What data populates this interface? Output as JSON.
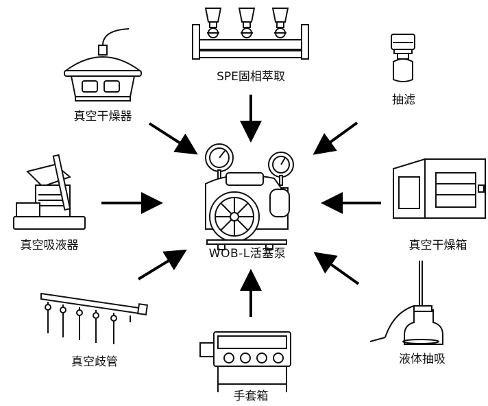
{
  "center": {
    "label": "WOB-L活塞泵",
    "icon": "piston-pump-icon"
  },
  "nodes": [
    {
      "id": "spe",
      "label": "SPE固相萃取",
      "icon": "spe-manifold-icon"
    },
    {
      "id": "desiccator",
      "label": "真空干燥器",
      "icon": "vacuum-desiccator-icon"
    },
    {
      "id": "filtration",
      "label": "抽滤",
      "icon": "filtration-flask-icon"
    },
    {
      "id": "aspirator",
      "label": "真空吸液器",
      "icon": "vacuum-aspirator-icon"
    },
    {
      "id": "oven",
      "label": "真空干燥箱",
      "icon": "vacuum-oven-icon"
    },
    {
      "id": "manifold",
      "label": "真空歧管",
      "icon": "vacuum-manifold-icon"
    },
    {
      "id": "liquid",
      "label": "液体抽吸",
      "icon": "liquid-suction-bottle-icon"
    },
    {
      "id": "glovebox",
      "label": "手套箱",
      "icon": "glovebox-icon"
    }
  ],
  "colors": {
    "stroke": "#111111",
    "fill": "#ffffff",
    "arrow": "#000000"
  }
}
